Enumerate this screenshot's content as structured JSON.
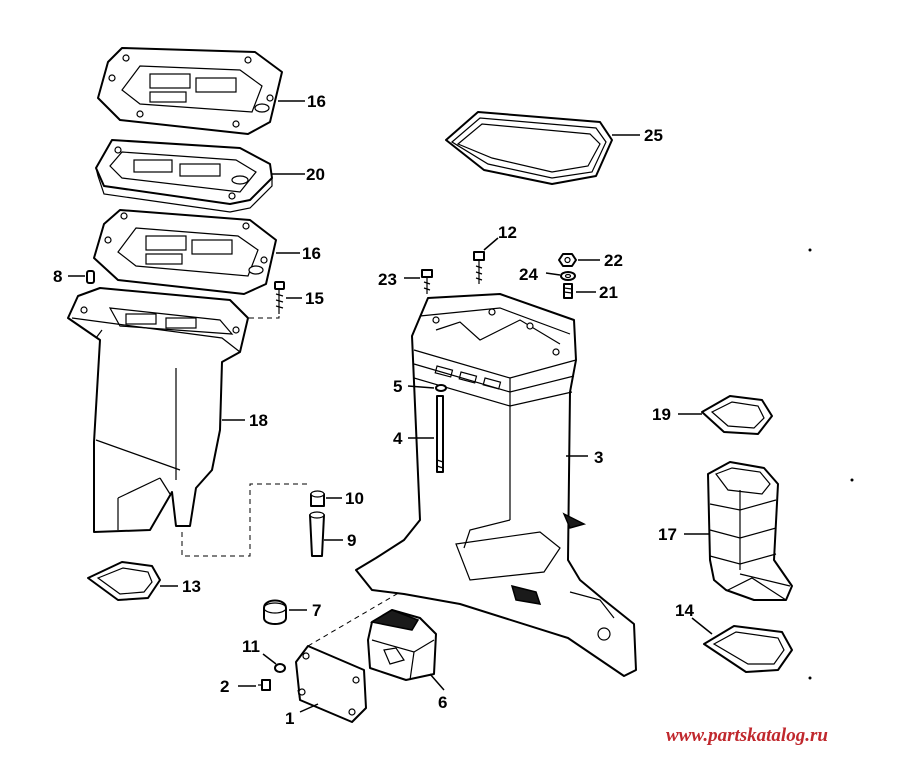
{
  "callouts": {
    "p1": "1",
    "p2": "2",
    "p3": "3",
    "p4": "4",
    "p5": "5",
    "p6": "6",
    "p7": "7",
    "p8": "8",
    "p9": "9",
    "p10": "10",
    "p11": "11",
    "p12": "12",
    "p13": "13",
    "p14": "14",
    "p15": "15",
    "p16a": "16",
    "p16b": "16",
    "p17": "17",
    "p18": "18",
    "p19": "19",
    "p20": "20",
    "p21": "21",
    "p22": "22",
    "p23": "23",
    "p24": "24",
    "p25": "25"
  },
  "watermark": "www.partskatalog.ru"
}
